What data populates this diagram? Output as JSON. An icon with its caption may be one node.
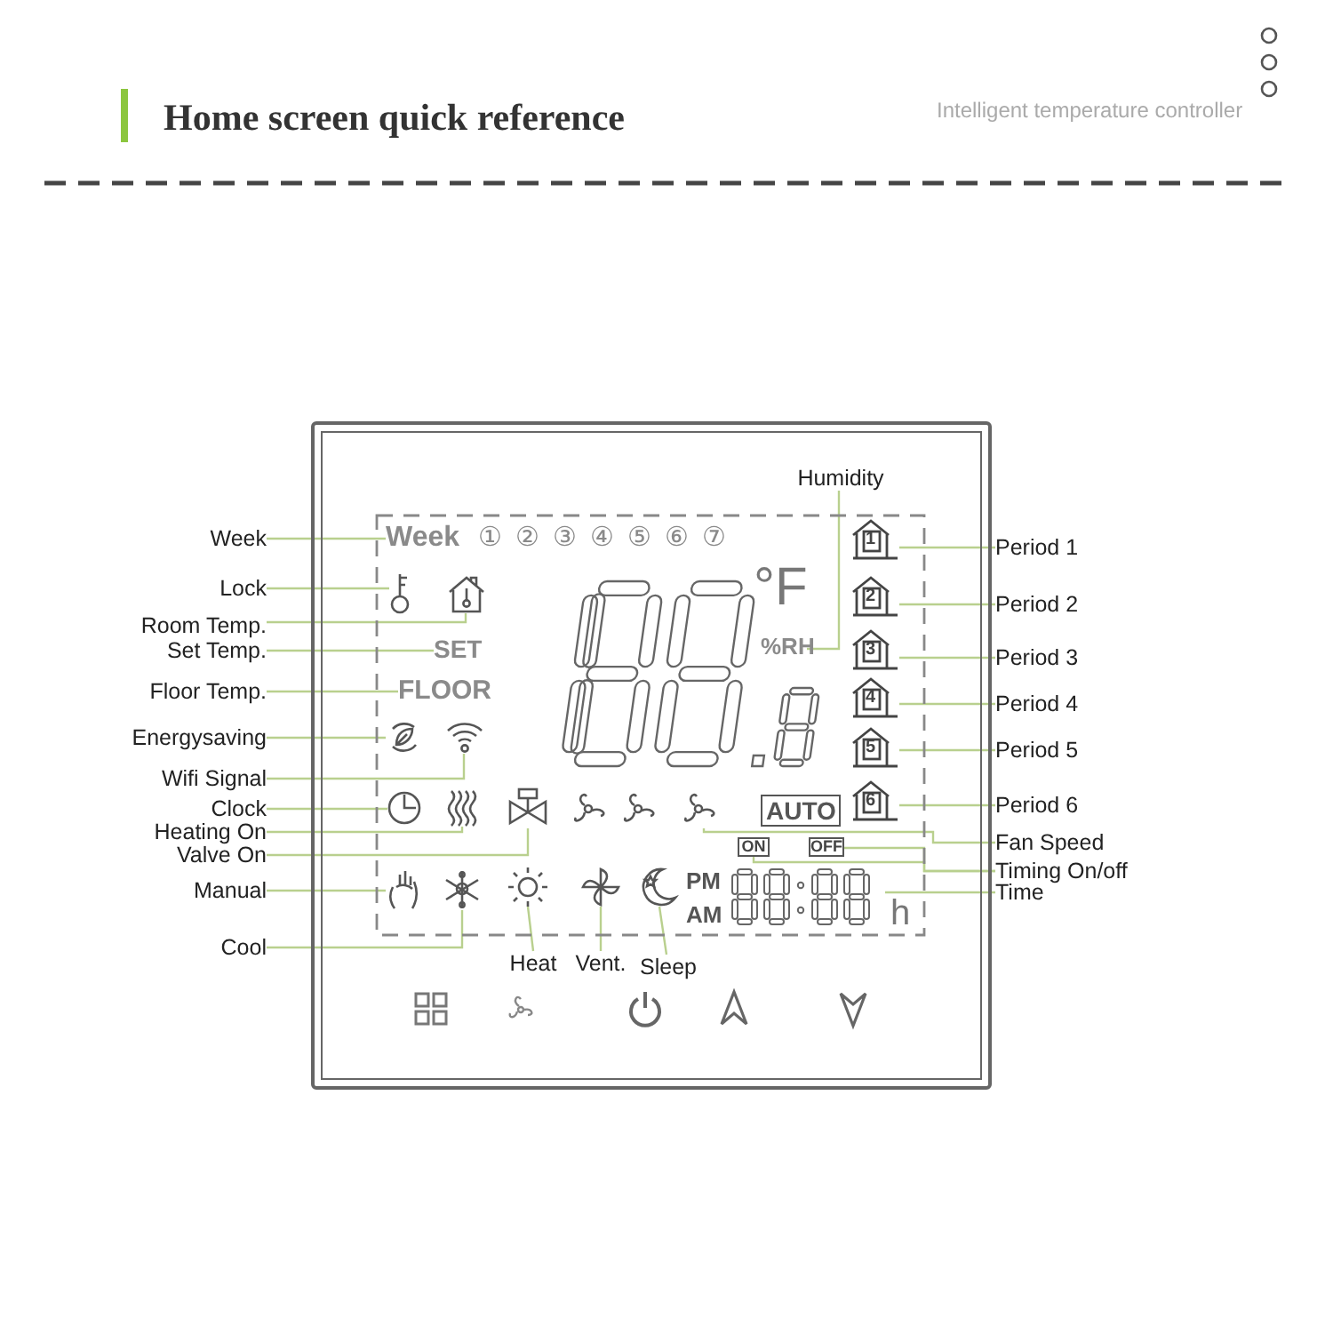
{
  "diagram": {
    "title": "Home screen quick reference",
    "nodes": [
      {
        "text": [
          "Week"
        ]
      },
      {
        "text": [
          "Lock"
        ]
      },
      {
        "text": [
          "Room Temp."
        ]
      },
      {
        "text": [
          "Set Temp."
        ]
      },
      {
        "text": [
          "Floor Temp."
        ]
      },
      {
        "text": [
          "Energysaving"
        ]
      },
      {
        "text": [
          "Wifi Signal"
        ]
      },
      {
        "text": [
          "Clock"
        ]
      },
      {
        "text": [
          "Heating On"
        ]
      },
      {
        "text": [
          "Valve On"
        ]
      },
      {
        "text": [
          "Manual"
        ]
      },
      {
        "text": [
          "Cool"
        ]
      },
      {
        "text": [
          "Heat"
        ]
      },
      {
        "text": [
          "Vent."
        ]
      },
      {
        "text": [
          "Sleep"
        ]
      },
      {
        "text": [
          "Humidity"
        ]
      },
      {
        "text": [
          "Period 1"
        ]
      },
      {
        "text": [
          "Period 2"
        ]
      },
      {
        "text": [
          "Period 3"
        ]
      },
      {
        "text": [
          "Period 4"
        ]
      },
      {
        "text": [
          "Period 5"
        ]
      },
      {
        "text": [
          "Period 6"
        ]
      },
      {
        "text": [
          "Fan Speed"
        ]
      },
      {
        "text": [
          "Timing On/off"
        ]
      },
      {
        "text": [
          "Time"
        ]
      },
      {
        "text": [
          "Week"
        ]
      },
      {
        "text": [],
        "shape": "key"
      },
      {
        "text": [],
        "shape": "house"
      },
      {
        "text": [
          "SET"
        ]
      },
      {
        "text": [
          "FLOOR"
        ]
      },
      {
        "text": [],
        "shape": "leaf"
      },
      {
        "text": [],
        "shape": "wifi"
      },
      {
        "text": [],
        "shape": "clock"
      },
      {
        "text": [],
        "shape": "waves"
      },
      {
        "text": [],
        "shape": "valve"
      },
      {
        "text": [],
        "shape": "hand"
      },
      {
        "text": [],
        "shape": "snowflake"
      },
      {
        "text": [],
        "shape": "sun"
      },
      {
        "text": [],
        "shape": "fan"
      },
      {
        "text": [],
        "shape": "moon"
      },
      {
        "text": [
          "%RH"
        ]
      },
      {
        "text": [
          "1"
        ]
      },
      {
        "text": [
          "2"
        ]
      },
      {
        "text": [
          "3"
        ]
      },
      {
        "text": [
          "4"
        ]
      },
      {
        "text": [
          "5"
        ]
      },
      {
        "text": [
          "6"
        ]
      },
      {
        "text": [],
        "shape": "fans"
      },
      {
        "text": [
          "ON"
        ]
      },
      {
        "text": [
          "OFF"
        ]
      },
      {
        "text": [],
        "shape": "display"
      }
    ],
    "edges": [
      {
        "from": 0,
        "to": 25,
        "arrow": "none"
      },
      {
        "from": 1,
        "to": 26,
        "arrow": "none"
      },
      {
        "from": 2,
        "to": 27,
        "arrow": "none"
      },
      {
        "from": 3,
        "to": 28,
        "arrow": "none"
      },
      {
        "from": 4,
        "to": 29,
        "arrow": "none"
      },
      {
        "from": 5,
        "to": 30,
        "arrow": "none"
      },
      {
        "from": 6,
        "to": 31,
        "arrow": "none"
      },
      {
        "from": 7,
        "to": 32,
        "arrow": "none"
      },
      {
        "from": 8,
        "to": 33,
        "arrow": "none"
      },
      {
        "from": 9,
        "to": 34,
        "arrow": "none"
      },
      {
        "from": 10,
        "to": 35,
        "arrow": "none"
      },
      {
        "from": 11,
        "to": 36,
        "arrow": "none"
      },
      {
        "from": 12,
        "to": 37,
        "arrow": "none"
      },
      {
        "from": 13,
        "to": 38,
        "arrow": "none"
      },
      {
        "from": 14,
        "to": 39,
        "arrow": "none"
      },
      {
        "from": 15,
        "to": 40,
        "arrow": "none"
      },
      {
        "from": 16,
        "to": 41,
        "arrow": "none"
      },
      {
        "from": 17,
        "to": 42,
        "arrow": "none"
      },
      {
        "from": 18,
        "to": 43,
        "arrow": "none"
      },
      {
        "from": 19,
        "to": 44,
        "arrow": "none"
      },
      {
        "from": 20,
        "to": 45,
        "arrow": "none"
      },
      {
        "from": 21,
        "to": 46,
        "arrow": "none"
      },
      {
        "from": 22,
        "to": 47,
        "arrow": "none"
      },
      {
        "from": 23,
        "to": 48,
        "arrow": "none"
      },
      {
        "from": 23,
        "to": 49,
        "arrow": "none"
      },
      {
        "from": 24,
        "to": 50,
        "arrow": "none"
      }
    ],
    "labels": [
      "Intelligent temperature controller",
      "①",
      "②",
      "③",
      "④",
      "⑤",
      "⑥",
      "⑦",
      "°F",
      "AUTO",
      "PM",
      "AM",
      "h"
    ]
  }
}
